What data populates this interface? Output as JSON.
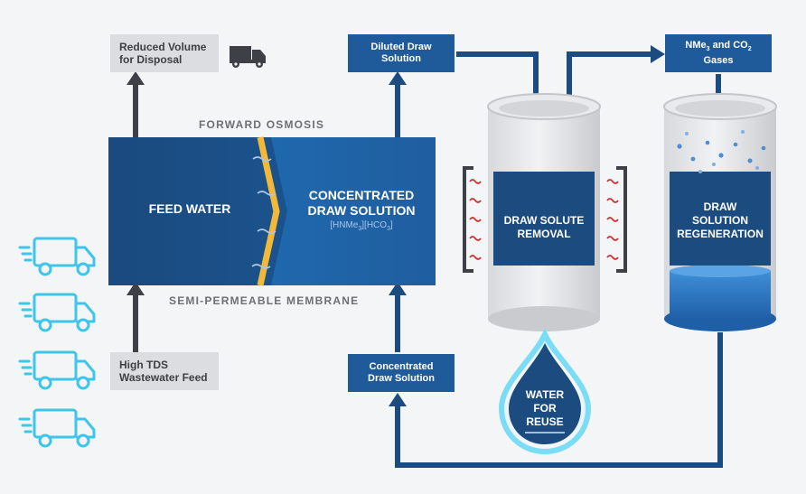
{
  "labels": {
    "reduced_volume_line1": "Reduced Volume",
    "reduced_volume_line2": "for Disposal",
    "high_tds_line1": "High TDS",
    "high_tds_line2": "Wastewater Feed",
    "diluted_line1": "Diluted Draw",
    "diluted_line2": "Solution",
    "gases_prefix": "NMe",
    "gases_sub1": "3",
    "gases_mid": " and CO",
    "gases_sub2": "2",
    "gases_line2": "Gases",
    "conc_box_line1": "Concentrated",
    "conc_box_line2": "Draw Solution",
    "forward_osmosis": "FORWARD OSMOSIS",
    "membrane": "SEMI-PERMEABLE MEMBRANE",
    "feed_water": "FEED WATER",
    "conc_line1": "CONCENTRATED",
    "conc_line2": "DRAW SOLUTION",
    "formula_a": "[HNMe",
    "formula_sub1": "3",
    "formula_b": "][HCO",
    "formula_sub2": "3",
    "formula_c": "]",
    "removal_line1": "DRAW SOLUTE",
    "removal_line2": "REMOVAL",
    "regen_line1": "DRAW",
    "regen_line2": "SOLUTION",
    "regen_line3": "REGENERATION",
    "reuse_line1": "WATER",
    "reuse_line2": "FOR",
    "reuse_line3": "REUSE"
  },
  "icons": {
    "truck": "truck-icon",
    "heat": "heat-wave-icon",
    "droplet": "water-drop-icon"
  },
  "colors": {
    "dark_navy": "#1b4b7f",
    "mid_blue": "#1f5a9a",
    "arrow_dark": "#3d4046",
    "cyan_truck": "#3ec6ea",
    "membrane_gold": "#f2b83a",
    "heater_red": "#d32f2f"
  }
}
